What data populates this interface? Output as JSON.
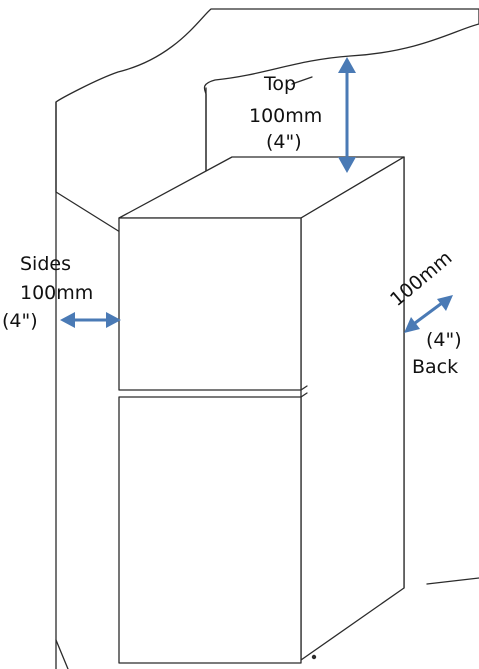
{
  "colors": {
    "arrow": "#4a7ab5",
    "line": "#2b2b2b",
    "background": "#ffffff"
  },
  "top": {
    "label": "Top",
    "measure": "100mm",
    "imperial": "(4\")"
  },
  "sides": {
    "label": "Sides",
    "measure": "100mm",
    "imperial": "(4\")"
  },
  "back": {
    "label": "Back",
    "measure": "100mm",
    "imperial": "(4\")"
  }
}
